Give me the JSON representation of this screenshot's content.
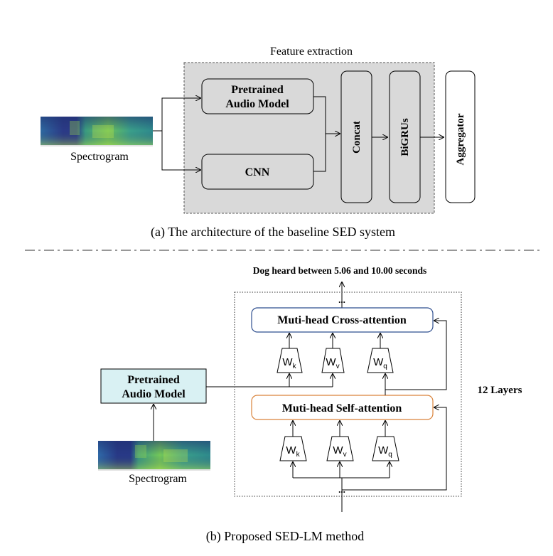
{
  "part_a": {
    "group_label": "Feature extraction",
    "input_label": "Spectrogram",
    "pretrained_line1": "Pretrained",
    "pretrained_line2": "Audio Model",
    "cnn": "CNN",
    "concat": "Concat",
    "bigrus": "BiGRUs",
    "aggregator": "Aggregator",
    "caption": "(a) The architecture of the baseline SED system"
  },
  "part_b": {
    "output_text": "Dog heard between 5.06 and 10.00 seconds",
    "cross_attention": "Muti-head Cross-attention",
    "self_attention": "Muti-head Self-attention",
    "w_letter": "W",
    "sub_k": "k",
    "sub_v": "v",
    "sub_q": "q",
    "layers_label": "12 Layers",
    "pretrained_line1": "Pretrained",
    "pretrained_line2": "Audio Model",
    "input_label": "Spectrogram",
    "ellipsis": "...",
    "caption": "(b) Proposed SED-LM method"
  },
  "colors": {
    "feature_box_fill": "#d9d9d9",
    "pretrained_b_fill": "#d9f1f3",
    "cross_attention_border": "#2f4f8f",
    "self_attention_border": "#d9823a",
    "spectrogram_dark": "#2b2f80",
    "spectrogram_mid": "#2a8f8a",
    "spectrogram_bright": "#8fd24a"
  }
}
